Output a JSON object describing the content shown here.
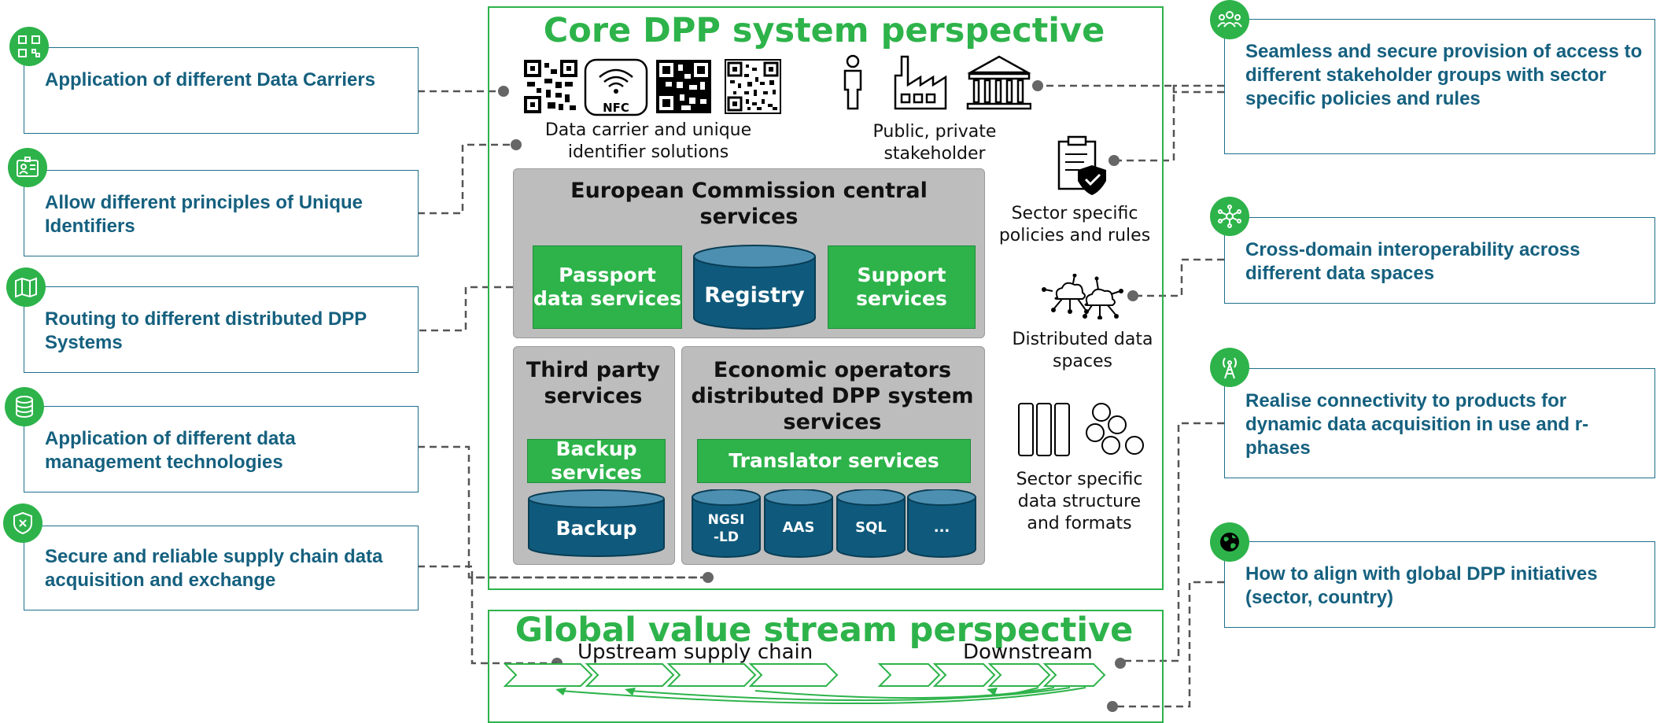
{
  "core": {
    "title": "Core DPP system perspective",
    "carrier_caption": "Data carrier and unique identifier solutions",
    "nfc_label": "NFC",
    "stakeholder_caption": "Public, private stakeholder",
    "policies_caption": "Sector specific policies and rules",
    "dataspaces_caption": "Distributed data spaces",
    "formats_caption": "Sector specific data structure and formats",
    "ec_title": "European Commission central services",
    "passport_label": "Passport data services",
    "registry_label": "Registry",
    "support_label": "Support services",
    "thirdparty_title": "Third party services",
    "backup_services_label": "Backup services",
    "backup_label": "Backup",
    "economic_title": "Economic operators distributed DPP system services",
    "translator_label": "Translator services",
    "db_labels": [
      "NGSI -LD",
      "AAS",
      "SQL",
      "..."
    ]
  },
  "global": {
    "title": "Global value stream perspective",
    "upstream_label": "Upstream supply chain",
    "downstream_label": "Downstream"
  },
  "left_boxes": [
    {
      "text": "Application of different Data Carriers",
      "icon": "qr-code-icon"
    },
    {
      "text": "Allow different principles of Unique Identifiers",
      "icon": "id-card-icon"
    },
    {
      "text": "Routing to different distributed DPP Systems",
      "icon": "map-icon"
    },
    {
      "text": "Application of different data management technologies",
      "icon": "database-icon"
    },
    {
      "text": "Secure and reliable supply chain data acquisition and exchange",
      "icon": "shield-icon"
    }
  ],
  "right_boxes": [
    {
      "text": "Seamless and secure provision of access to different stakeholder groups with sector specific policies and rules",
      "icon": "people-icon"
    },
    {
      "text": "Cross-domain interoperability across different data spaces",
      "icon": "network-icon"
    },
    {
      "text": "Realise connectivity to products for dynamic data acquisition in use and r-phases",
      "icon": "antenna-icon"
    },
    {
      "text": "How to align with global DPP initiatives (sector, country)",
      "icon": "globe-icon"
    }
  ],
  "colors": {
    "accent_green": "#2db34a",
    "text_blue": "#15607f",
    "db_blue": "#0f5a7c",
    "gray_panel": "#bdbdbd"
  }
}
